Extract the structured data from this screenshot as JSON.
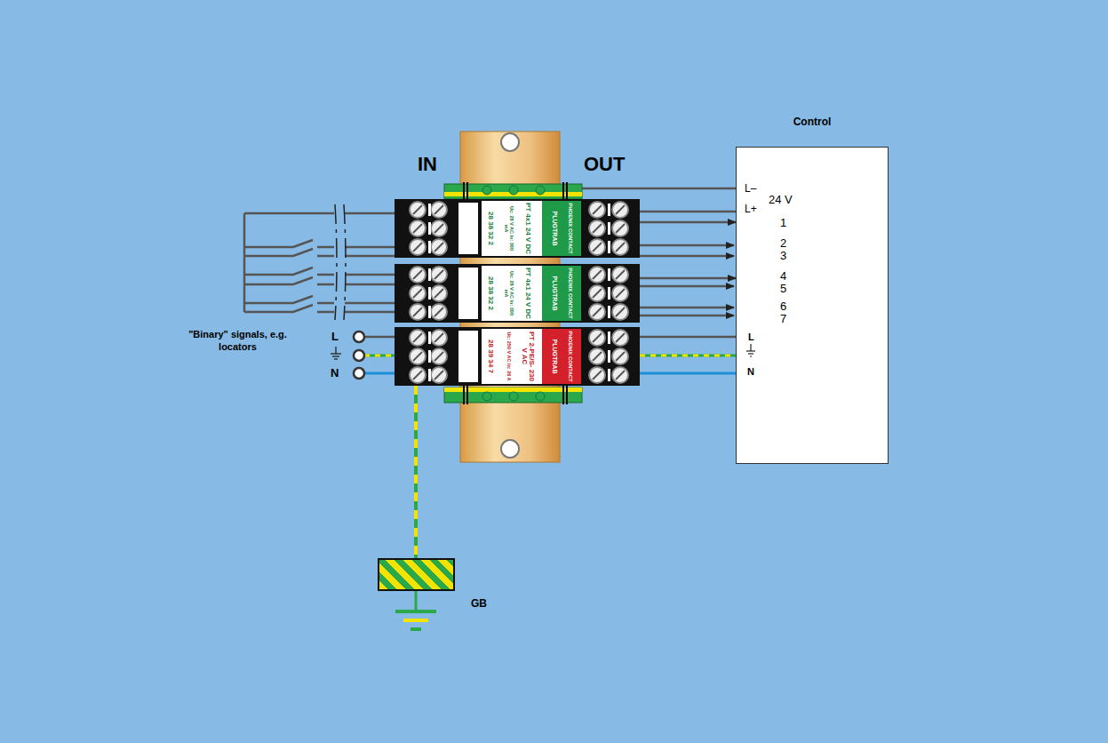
{
  "diagram": {
    "nodes": [
      {
        "text": [
          "PHOENIX CONTACT",
          "PLUGTRAB",
          "PT 4x1 24 V DC",
          "Uc: 28 V AC In: 300 mA",
          "28 38 32 2"
        ]
      },
      {
        "text": [
          "PHOENIX CONTACT",
          "PLUGTRAB",
          "PT 4x1 24 V DC",
          "Uc: 28 V AC In: 300 mA",
          "28 38 32 2"
        ]
      },
      {
        "text": [
          "PHOENIX CONTACT",
          "PLUGTRAB",
          "PT 2-PE/S- 230 V AC",
          "Uc: 250 V AC In: 26 A",
          "28 39 34 7"
        ]
      },
      {
        "text": [
          "Control"
        ]
      },
      {
        "text": [
          "GB"
        ]
      }
    ],
    "edges": [
      {
        "from": 0,
        "to": 3,
        "arrow": "to"
      },
      {
        "from": 1,
        "to": 3,
        "arrow": "to"
      },
      {
        "from": 2,
        "to": 3,
        "arrow": "none"
      },
      {
        "from": 2,
        "to": 4,
        "arrow": "none"
      }
    ],
    "labels": [
      "IN",
      "OUT",
      "L–",
      "24 V",
      "L+",
      "1",
      "2",
      "3",
      "4",
      "5",
      "6",
      "7",
      "L",
      "N",
      "L",
      "N",
      "\"Binary\" signals, e.g. locators"
    ]
  }
}
